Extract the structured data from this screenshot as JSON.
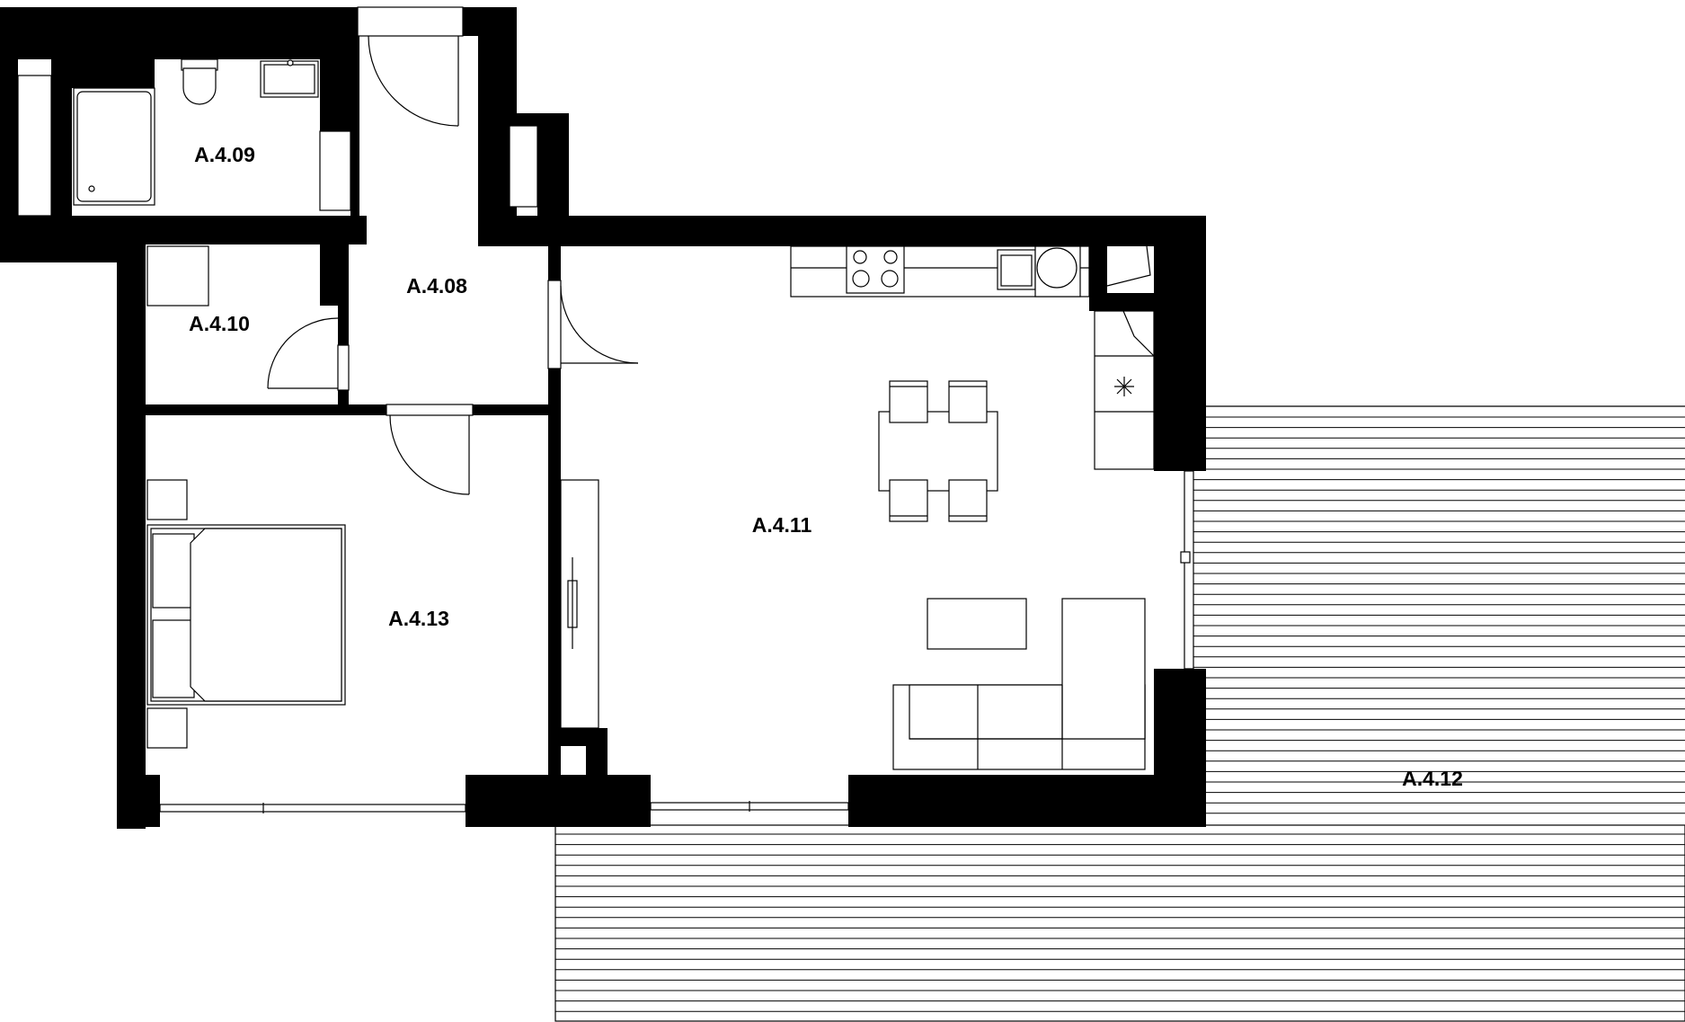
{
  "colors": {
    "wall": "#000000",
    "background": "#ffffff",
    "line": "#000000"
  },
  "rooms": {
    "r0408": {
      "label": "A.4.08"
    },
    "r0409": {
      "label": "A.4.09"
    },
    "r0410": {
      "label": "A.4.10"
    },
    "r0411": {
      "label": "A.4.11"
    },
    "r0412": {
      "label": "A.4.12"
    },
    "r0413": {
      "label": "A.4.13"
    }
  },
  "icons": [
    "bathtub-icon",
    "toilet-icon",
    "sink-icon",
    "stove-icon",
    "kitchen-sink-icon",
    "door-swing-icon",
    "bed-icon",
    "table-icon",
    "chair-icon",
    "sofa-icon",
    "fridge-icon",
    "wardrobe-icon",
    "deck-planks-icon"
  ]
}
